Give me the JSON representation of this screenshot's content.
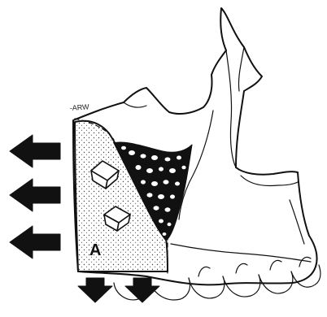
{
  "figure": {
    "label_a": "A",
    "signature_text": "-ARW"
  },
  "arrows": {
    "lateral_count": 3,
    "inferior_count": 2
  }
}
